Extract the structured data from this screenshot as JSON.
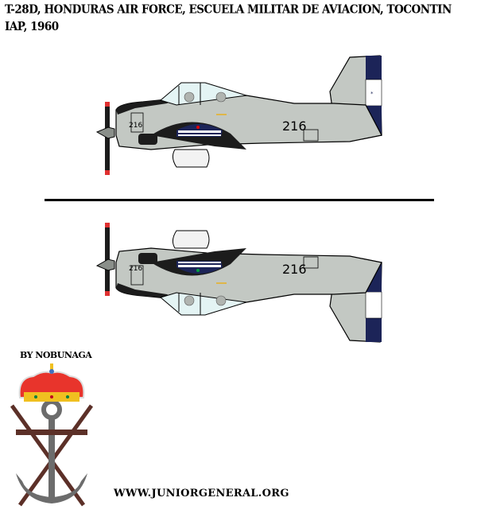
{
  "title": "T-28D, Honduras Air Force, Escuela Militar de Aviacion, Tocontin IAP, 1960",
  "credit": "By Nobunaga",
  "website": "www.juniorgeneral.org",
  "aircraft": {
    "model": "T-28D",
    "serial": "216",
    "views": [
      "left-side",
      "right-side-mirrored"
    ]
  },
  "colors": {
    "fuselage": "#c3c8c3",
    "panel_lines": "#8a8f8a",
    "outline": "#000000",
    "anti_glare": "#1c1c1c",
    "rudder_blue": "#1c2458",
    "rudder_white": "#ffffff",
    "canopy": "#e4f4f4",
    "crown_red": "#e8342c",
    "crown_gold": "#f0c020",
    "anchor_grey": "#6c6c6c",
    "rifle_brown": "#5c3028"
  }
}
